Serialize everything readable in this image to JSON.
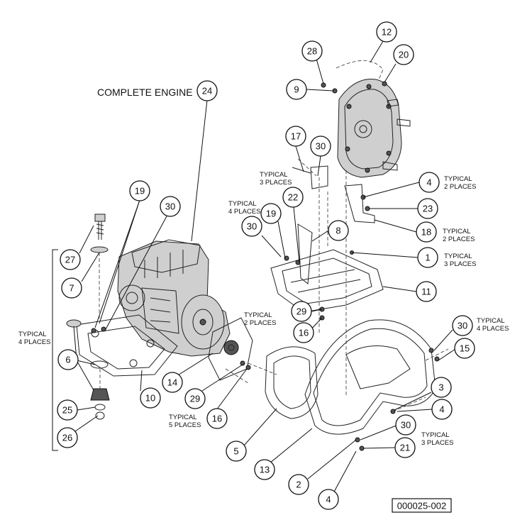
{
  "title": "COMPLETE ENGINE",
  "figure_number": "000025-002",
  "callouts": [
    "12",
    "28",
    "20",
    "9",
    "24",
    "17",
    "30",
    "4",
    "23",
    "18",
    "1",
    "11",
    "19",
    "30",
    "22",
    "8",
    "19",
    "30",
    "27",
    "7",
    "6",
    "10",
    "14",
    "29",
    "16",
    "29",
    "16",
    "30",
    "15",
    "3",
    "4",
    "5",
    "13",
    "2",
    "4",
    "30",
    "21",
    "25",
    "26"
  ],
  "notes": [
    {
      "line1": "TYPICAL",
      "line2": "3 PLACES"
    },
    {
      "line1": "TYPICAL",
      "line2": "2 PLACES"
    },
    {
      "line1": "TYPICAL",
      "line2": "4 PLACES"
    },
    {
      "line1": "TYPICAL",
      "line2": "2 PLACES"
    },
    {
      "line1": "TYPICAL",
      "line2": "3 PLACES"
    },
    {
      "line1": "TYPICAL",
      "line2": "2 PLACES"
    },
    {
      "line1": "TYPICAL",
      "line2": "4 PLACES"
    },
    {
      "line1": "TYPICAL",
      "line2": "4 PLACES"
    },
    {
      "line1": "TYPICAL",
      "line2": "5 PLACES"
    },
    {
      "line1": "TYPICAL",
      "line2": "3 PLACES"
    }
  ]
}
